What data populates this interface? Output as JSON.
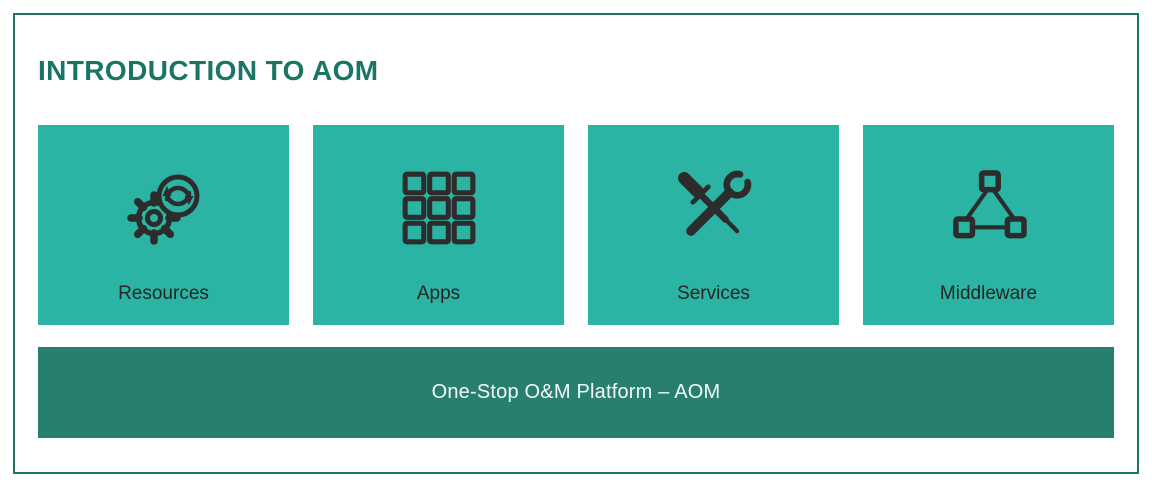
{
  "title": "INTRODUCTION TO AOM",
  "cards": [
    {
      "label": "Resources",
      "icon": "gear-sync-icon"
    },
    {
      "label": "Apps",
      "icon": "app-grid-icon"
    },
    {
      "label": "Services",
      "icon": "tools-icon"
    },
    {
      "label": "Middleware",
      "icon": "network-nodes-icon"
    }
  ],
  "banner": {
    "text": "One-Stop O&M Platform – AOM"
  },
  "colors": {
    "card_color": "#2BB3A3",
    "banner_color": "#27806F",
    "accent_text": "#1A7565",
    "border_color": "#1A7565",
    "icon_color": "#2C2C2C",
    "label_color": "#262626",
    "banner_text_color": "#F4F8F7"
  }
}
